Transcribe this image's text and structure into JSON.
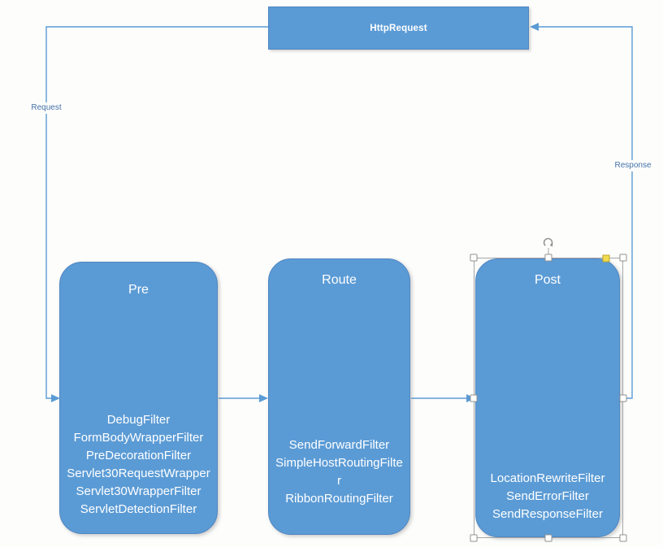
{
  "title_box": {
    "label": "HttpRequest"
  },
  "edges": {
    "request_label": "Request",
    "response_label": "Response"
  },
  "stages": [
    {
      "title": "Pre",
      "filters": [
        "DebugFilter",
        "FormBodyWrapperFilter",
        "PreDecorationFilter",
        "Servlet30RequestWrapper",
        "Servlet30WrapperFilter",
        "ServletDetectionFilter"
      ]
    },
    {
      "title": "Route",
      "filters": [
        "SendForwardFilter",
        "SimpleHostRoutingFilter",
        "RibbonRoutingFilter"
      ]
    },
    {
      "title": "Post",
      "filters": [
        "LocationRewriteFilter",
        "SendErrorFilter",
        "SendResponseFilter"
      ]
    }
  ],
  "icons": {
    "rotation_handle": "rotate-clockwise",
    "arrowhead": "solid-triangle"
  },
  "colors": {
    "box_fill": "#5B9BD5",
    "box_border": "#4f86c2",
    "connector": "#5B9BD5",
    "edge_label_text": "#4472a8",
    "box_text": "#ffffff",
    "handle_fill": "#ffffff",
    "handle_border": "#999999",
    "adjust_fill": "#f2dc4e",
    "adjust_border": "#bfa42a",
    "canvas_bg": "#fdfdfc"
  }
}
